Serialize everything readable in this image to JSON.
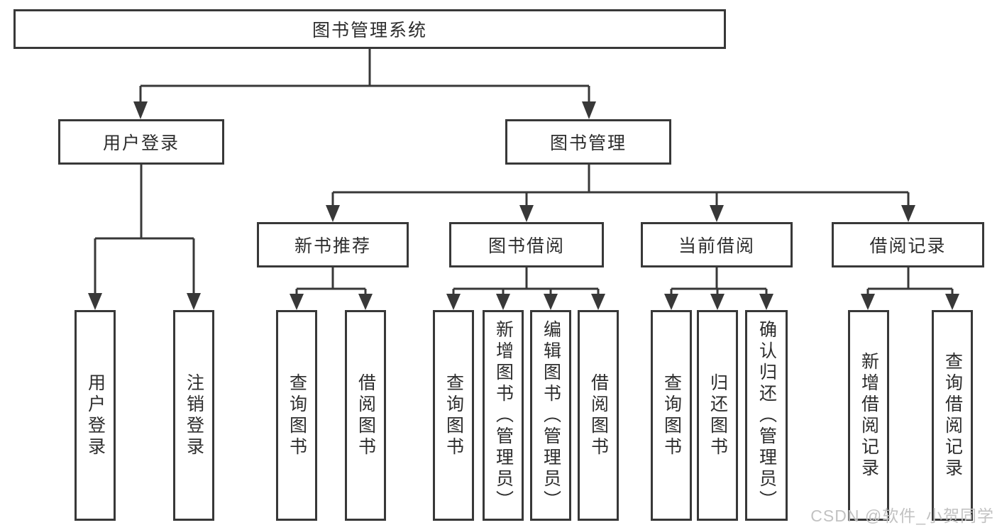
{
  "diagram": {
    "type": "hierarchy-tree",
    "title": "图书管理系统",
    "colors": {
      "line": "#383838",
      "box_border": "#383838",
      "text": "#2d2d2d",
      "background": "#ffffff",
      "watermark": "#c2c2c2"
    },
    "root": {
      "label": "图书管理系统"
    },
    "branches": [
      {
        "label": "用户登录",
        "leaves": [
          "用户登录",
          "注销登录"
        ]
      },
      {
        "label": "图书管理",
        "groups": [
          {
            "label": "新书推荐",
            "leaves": [
              "查询图书",
              "借阅图书"
            ]
          },
          {
            "label": "图书借阅",
            "leaves": [
              "查询图书",
              "新增图书（管理员）",
              "编辑图书（管理员）",
              "借阅图书"
            ]
          },
          {
            "label": "当前借阅",
            "leaves": [
              "查询图书",
              "归还图书",
              "确认归还（管理员）"
            ]
          },
          {
            "label": "借阅记录",
            "leaves": [
              "新增借阅记录",
              "查询借阅记录"
            ]
          }
        ]
      }
    ],
    "watermark": "CSDN @软件_小贺同学"
  }
}
